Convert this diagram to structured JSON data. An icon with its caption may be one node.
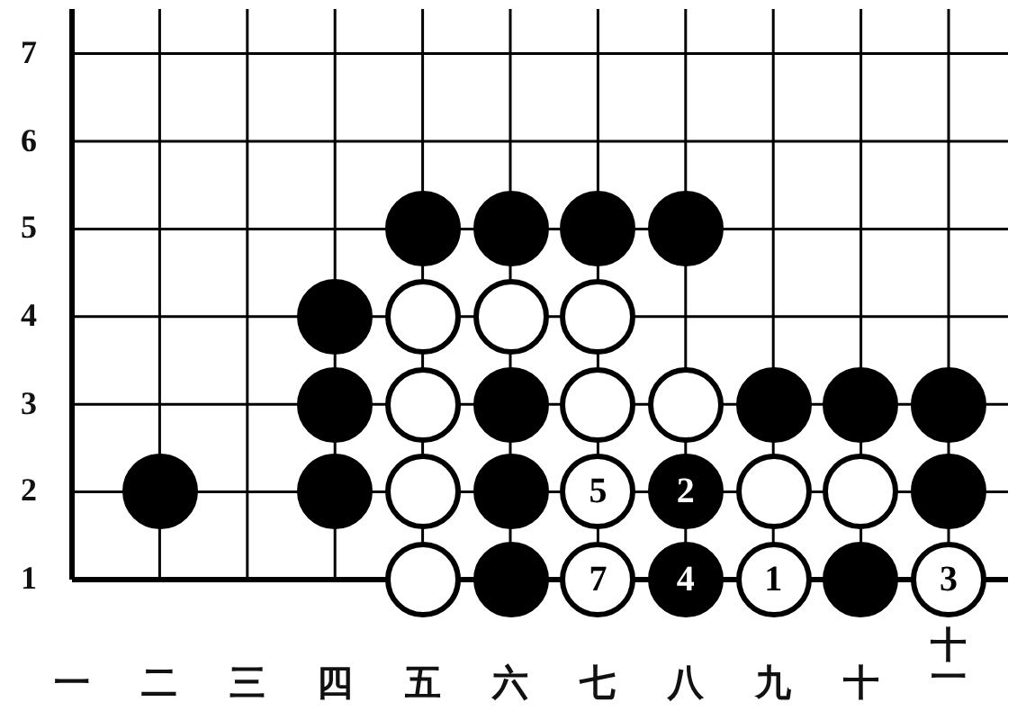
{
  "diagram": {
    "nodes": [
      {
        "text": [],
        "shape": "circle"
      },
      {
        "text": [],
        "shape": "circle"
      },
      {
        "text": [],
        "shape": "circle"
      },
      {
        "text": [],
        "shape": "circle"
      },
      {
        "text": [],
        "shape": "circle"
      },
      {
        "text": [],
        "shape": "circle"
      },
      {
        "text": [],
        "shape": "circle"
      },
      {
        "text": [],
        "shape": "circle"
      },
      {
        "text": [],
        "shape": "circle"
      },
      {
        "text": [],
        "shape": "circle"
      },
      {
        "text": [],
        "shape": "circle"
      },
      {
        "text": [],
        "shape": "circle"
      },
      {
        "text": [],
        "shape": "circle"
      },
      {
        "text": [],
        "shape": "circle"
      },
      {
        "text": [],
        "shape": "circle"
      },
      {
        "text": [],
        "shape": "circle"
      },
      {
        "text": [],
        "shape": "circle"
      },
      {
        "text": [],
        "shape": "circle"
      },
      {
        "text": [],
        "shape": "circle"
      },
      {
        "text": [],
        "shape": "circle"
      },
      {
        "text": [
          "5"
        ]
      },
      {
        "text": [
          "2"
        ]
      },
      {
        "text": [],
        "shape": "circle"
      },
      {
        "text": [],
        "shape": "circle"
      },
      {
        "text": [],
        "shape": "circle"
      },
      {
        "text": [],
        "shape": "circle"
      },
      {
        "text": [],
        "shape": "circle"
      },
      {
        "text": [
          "7"
        ]
      },
      {
        "text": [
          "4"
        ]
      },
      {
        "text": [
          "1"
        ]
      },
      {
        "text": [],
        "shape": "circle"
      },
      {
        "text": [
          "3"
        ]
      }
    ],
    "labels": [
      "7",
      "6",
      "5",
      "4",
      "3",
      "2",
      "1",
      "一",
      "二",
      "三",
      "四",
      "五",
      "六",
      "七",
      "八",
      "九",
      "十",
      "十一"
    ]
  }
}
